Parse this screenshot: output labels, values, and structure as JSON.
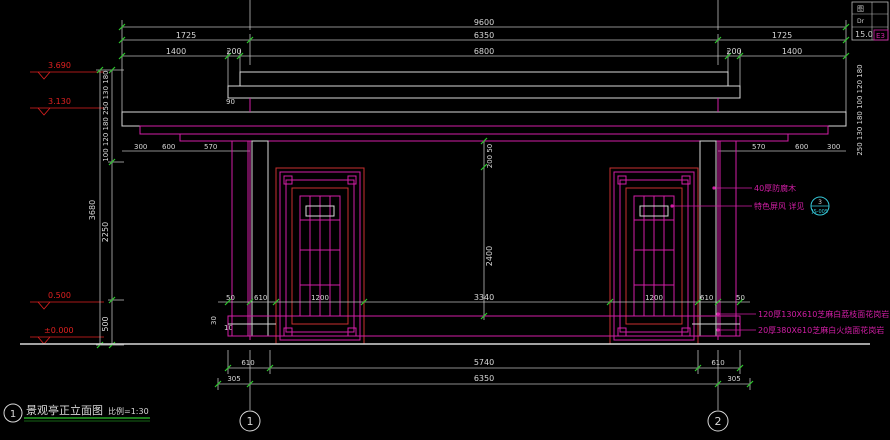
{
  "title": {
    "circle_number": "1",
    "text": "景观亭正立面图",
    "scale": "比例=1:30"
  },
  "grid_axes": [
    "1",
    "2"
  ],
  "elevations": [
    "3.690",
    "3.130",
    "0.500",
    "±0.000"
  ],
  "top_dims": {
    "overall": "9600",
    "row2": [
      "1725",
      "6350",
      "1725"
    ],
    "row3": [
      "1400",
      "200",
      "6800",
      "200",
      "1400"
    ]
  },
  "left_vertical_dims": [
    "3680",
    "2250",
    "500",
    "10",
    "30",
    "90"
  ],
  "left_stack_dims": "100 120 180 250 130 180",
  "right_stack_dims": "250 130 180 100 120 180",
  "side_dims_left": [
    "300",
    "600",
    "570"
  ],
  "side_dims_right": [
    "570",
    "600",
    "300"
  ],
  "center_vertical_dims": [
    "200 50",
    "2400"
  ],
  "bottom_row_dims": [
    "50",
    "610",
    "1200",
    "3340",
    "1200",
    "610",
    "50"
  ],
  "bottom_dims": {
    "row1": [
      "610",
      "5740",
      "610"
    ],
    "row2": [
      "305",
      "6350",
      "305"
    ]
  },
  "annotations": [
    "40厚防腐木",
    "特色屏风 详见",
    "120厚130X610芝麻白荔枝面花岗岩",
    "20厚380X610芝麻白火烧面花岗岩"
  ],
  "detail_callout": {
    "top": "3",
    "bottom": "JS-005"
  },
  "title_block": {
    "line1": "图",
    "line2": "Dr",
    "line3": "15.0"
  },
  "colors": {
    "background": "#000000",
    "line_white": "#d8d8d8",
    "magenta": "#d21ea6",
    "red": "#e02020",
    "green": "#2cc62c",
    "cyan": "#35c8d8"
  }
}
